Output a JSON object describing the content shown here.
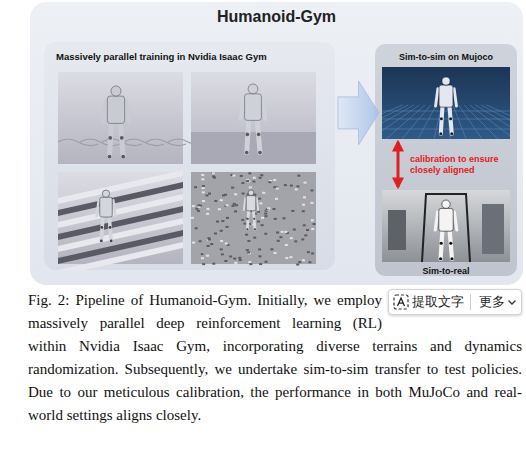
{
  "diagram": {
    "caption": "Fig. 2: Pipeline of Humanoid-Gym. Initially, we employ massively parallel deep reinforcement learning (RL) within Nvidia Isaac Gym, incorporating diverse terrains and dynamics randomization. Subsequently, we undertake sim-to-sim transfer to test policies. Due to our meticulous calibration, the performance in both MuJoCo and real-world settings aligns closely.",
    "nodes": [
      {
        "text": [
          "Humanoid-Gym"
        ]
      },
      {
        "text": [
          "Massively parallel training in Nvidia Isaac Gym"
        ],
        "in": 0
      },
      {
        "text": [
          "Sim-to-sim on Mujoco"
        ],
        "in": 0
      },
      {
        "text": [
          "Sim-to-real"
        ],
        "in": 0
      }
    ],
    "edges": [
      {
        "from": 1,
        "to": 2,
        "arrow": "to"
      },
      {
        "from": 2,
        "to": 3,
        "arrow": "both",
        "label": "calibration to ensure closely aligned"
      }
    ],
    "labels": [
      "提取文字",
      "更多"
    ]
  }
}
